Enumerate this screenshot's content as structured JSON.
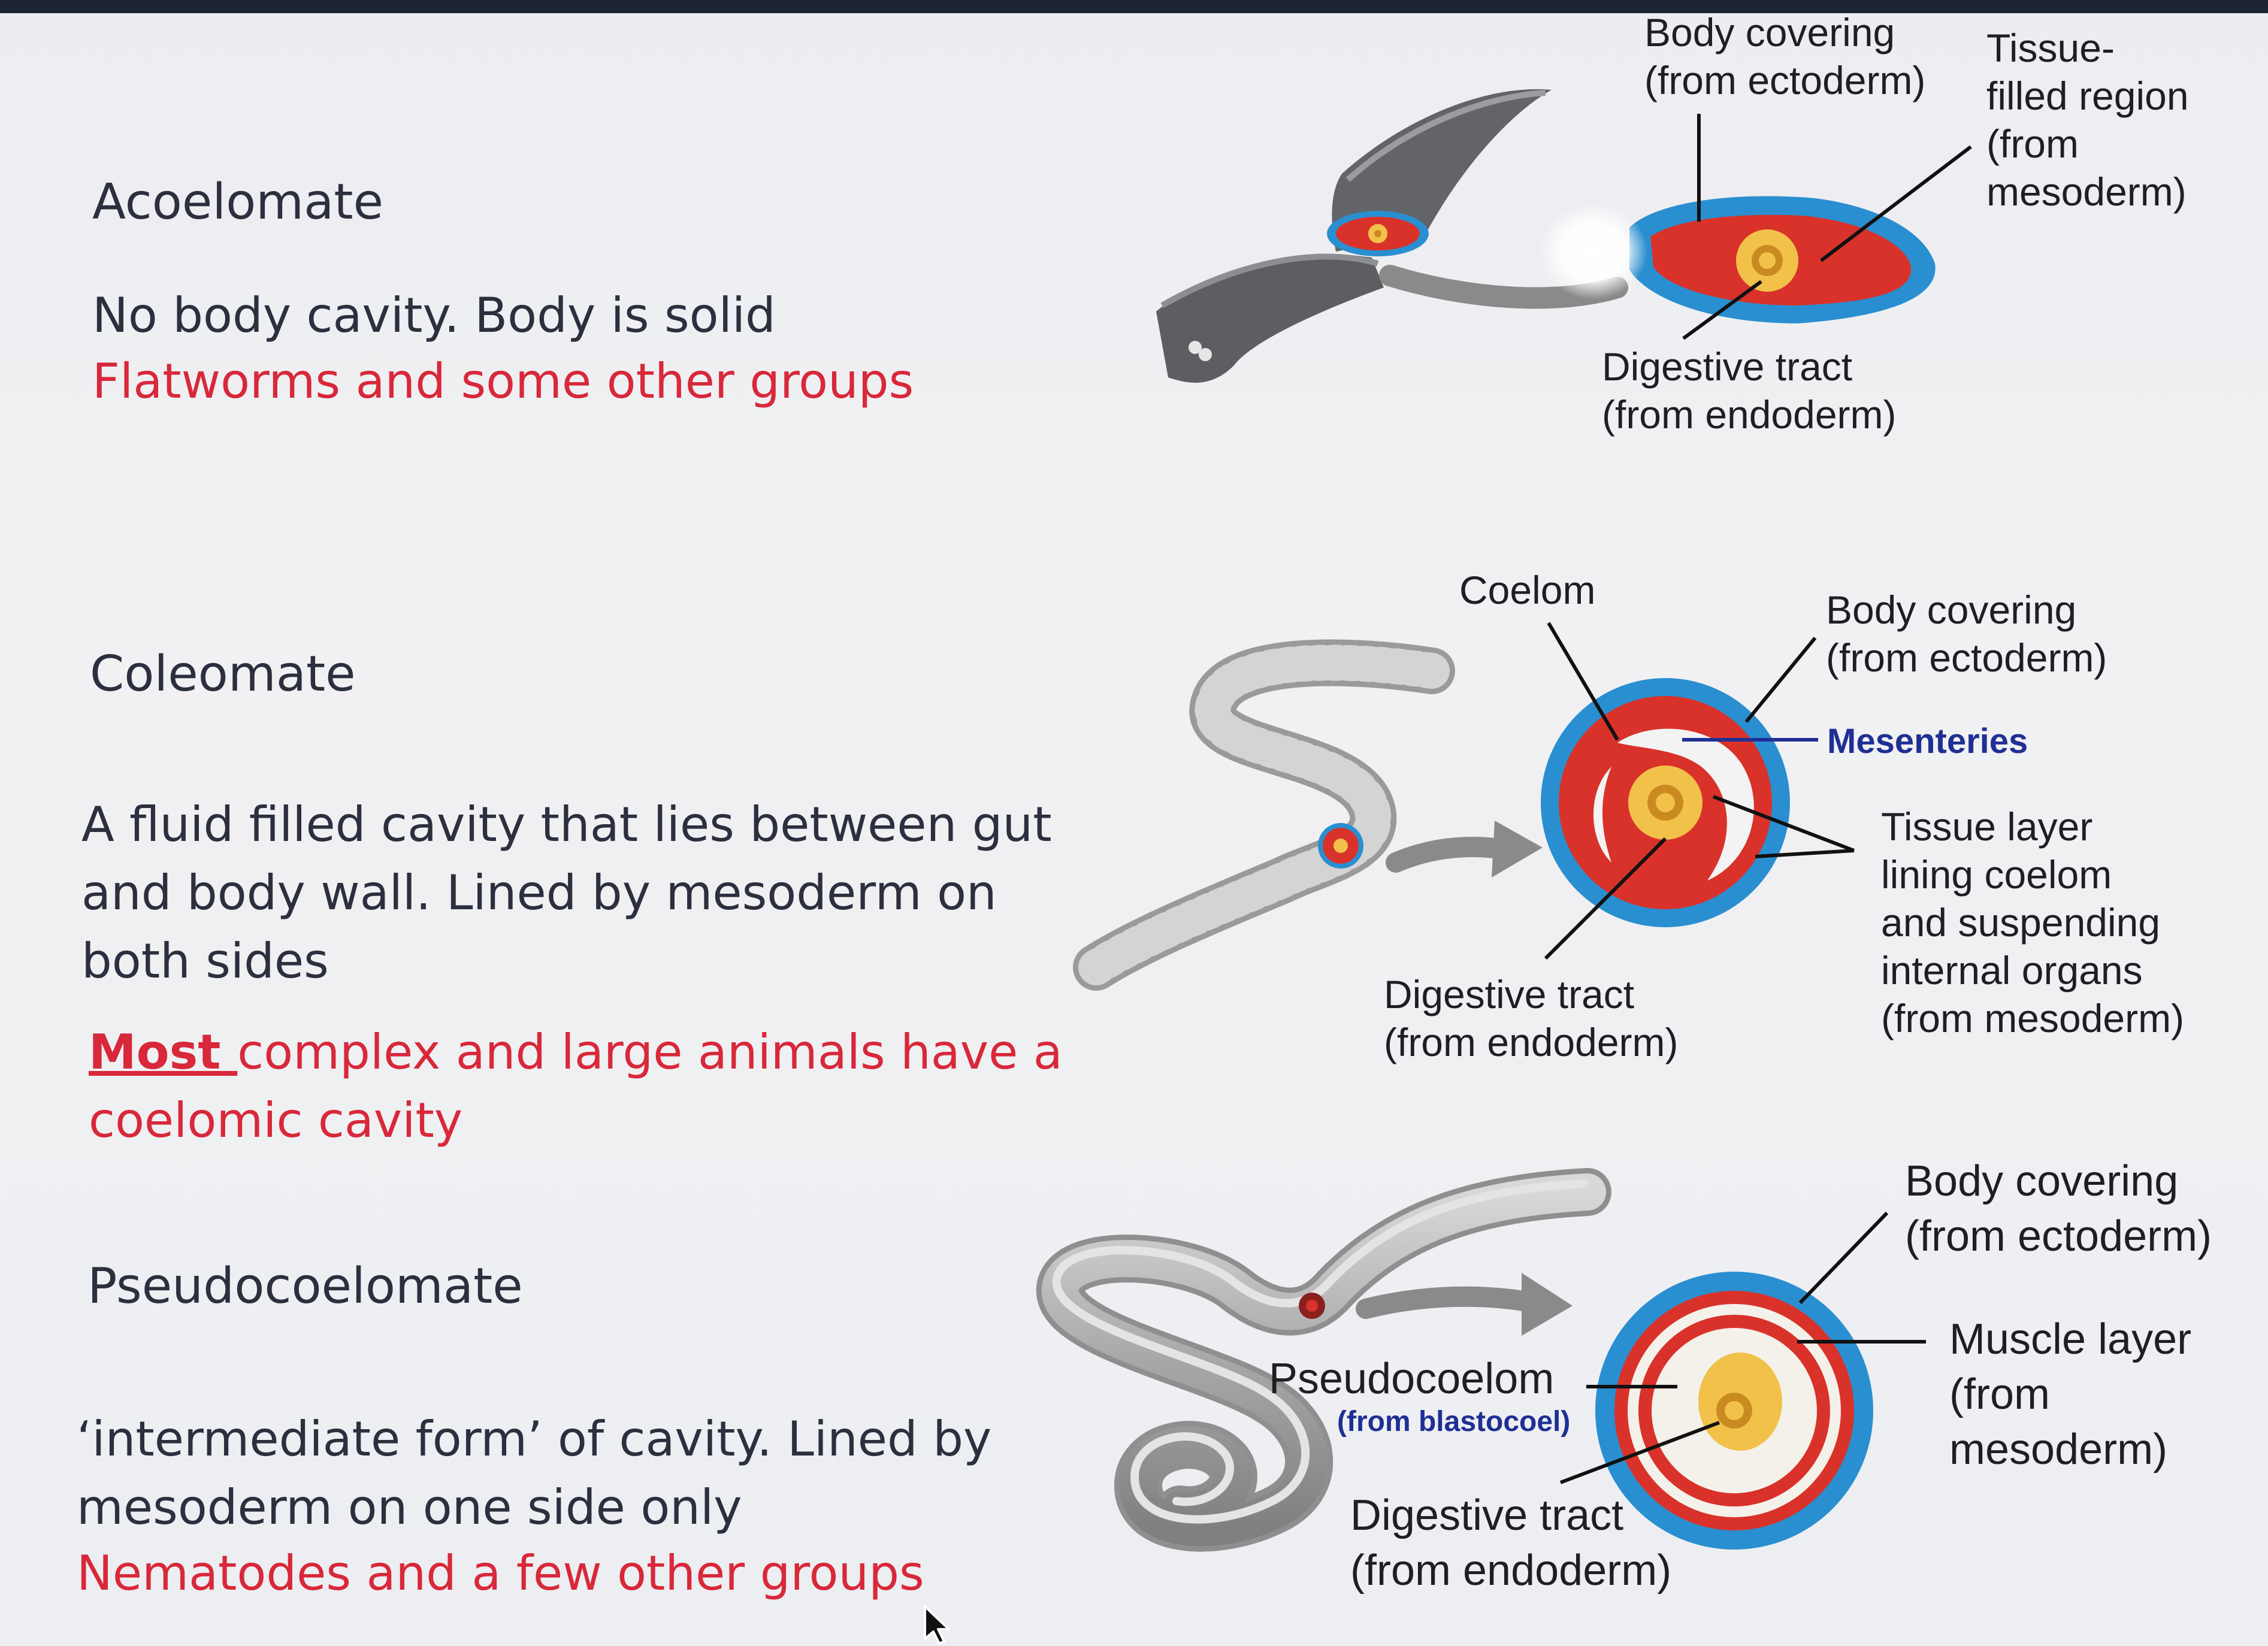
{
  "sections": {
    "acoelomate": {
      "title": "Acoelomate",
      "desc": "No body cavity.  Body is solid",
      "examples": "Flatworms and some other groups"
    },
    "coelomate": {
      "title": "Coleomate",
      "desc_lines": [
        "A fluid filled cavity that lies between gut",
        "and body wall.   Lined by mesoderm on",
        "both sides"
      ],
      "note_emph": "Most ",
      "note_rest": "complex and large animals have a",
      "note_line2": "coelomic cavity"
    },
    "pseudocoelomate": {
      "title": "Pseudocoelomate",
      "desc_lines": [
        "‘intermediate form’ of cavity.  Lined by",
        "mesoderm on one side only"
      ],
      "examples": "Nematodes and a few other groups"
    }
  },
  "figure_labels": {
    "top": {
      "body_covering": "Body covering\n(from ectoderm)",
      "tissue_filled": "Tissue-\nfilled region\n(from\nmesoderm)",
      "digestive": "Digestive tract\n(from endoderm)"
    },
    "middle": {
      "coelom": "Coelom",
      "body_covering": "Body covering\n(from ectoderm)",
      "mesenteries": "Mesenteries",
      "tissue_layer": "Tissue layer\nlining coelom\nand suspending\ninternal organs\n(from mesoderm)",
      "digestive": "Digestive tract\n(from endoderm)"
    },
    "bottom": {
      "body_covering": "Body covering\n(from ectoderm)",
      "muscle_layer": "Muscle layer\n(from\nmesoderm)",
      "pseudocoelom": "Pseudocoelom",
      "blastocoel": "(from blastocoel)",
      "digestive": "Digestive tract\n(from endoderm)"
    }
  },
  "colors": {
    "ectoderm_blue": "#2a8fd0",
    "mesoderm_red": "#d9322a",
    "endoderm_yellow": "#f2c14a",
    "text_red": "#d8283a",
    "text_dark": "#2b2f3e",
    "label_blue": "#1f2f94"
  },
  "icons": [
    "mouse-cursor-icon"
  ]
}
